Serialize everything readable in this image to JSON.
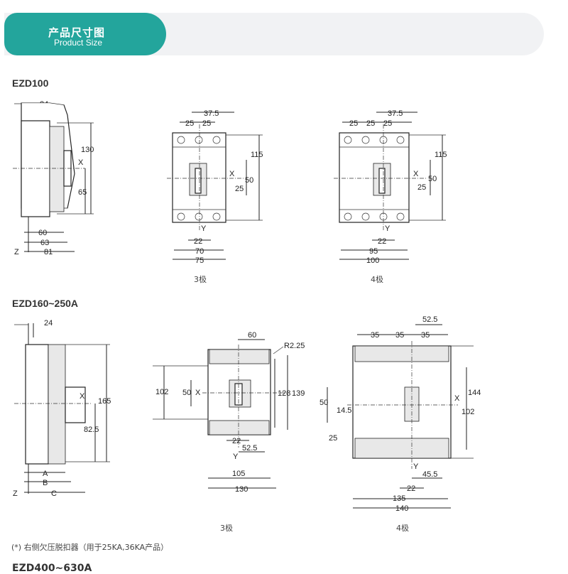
{
  "header": {
    "title": "产品尺寸图",
    "subtitle": "Product Size",
    "accent": "#23a59c"
  },
  "ezd100": {
    "title": "EZD100",
    "side": {
      "d1": "24",
      "d2": "130",
      "d3": "65",
      "d4": "60",
      "d5": "63",
      "d6": "81",
      "x": "X",
      "z": "Z"
    },
    "pole3": {
      "caption": "3极",
      "d375": "37.5",
      "d25a": "25",
      "d25b": "25",
      "d115": "115",
      "d50": "50",
      "d25c": "25",
      "d22": "22",
      "d70": "70",
      "d75": "75",
      "x": "X",
      "y": "Y"
    },
    "pole4": {
      "caption": "4极",
      "d375": "37.5",
      "d25a": "25",
      "d25b": "25",
      "d25c": "25",
      "d115": "115",
      "d50": "50",
      "d25d": "25",
      "d22": "22",
      "d95": "95",
      "d100": "100",
      "x": "X",
      "y": "Y"
    }
  },
  "ezd160": {
    "title": "EZD160~250A",
    "side": {
      "d1": "24",
      "d2": "165",
      "d3": "82.5",
      "a": "A",
      "b": "B",
      "c": "C",
      "x": "X",
      "z": "Z"
    },
    "pole3": {
      "caption": "3极",
      "d60": "60",
      "r": "R2.25",
      "d102": "102",
      "d50": "50",
      "d128": "128",
      "d139": "139",
      "d22": "22",
      "d525": "52.5",
      "d105": "105",
      "d130": "130",
      "x": "X",
      "y": "Y"
    },
    "pole4": {
      "caption": "4极",
      "d525": "52.5",
      "d35a": "35",
      "d35b": "35",
      "d35c": "35",
      "d144": "144",
      "d50": "50",
      "d145": "14.5",
      "d25": "25",
      "d102": "102",
      "d455": "45.5",
      "d22": "22",
      "d135": "135",
      "d140": "140",
      "x": "X",
      "y": "Y"
    }
  },
  "footnote": "(*) 右侧欠压脱扣器（用于25KA,36KA产品）",
  "next_title": "EZD400~630A"
}
